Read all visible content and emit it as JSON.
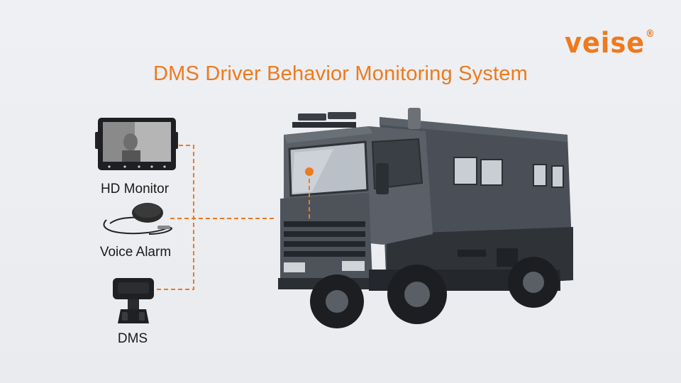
{
  "brand": {
    "name": "veise",
    "mark": "®",
    "accent": "#ee7a1c"
  },
  "title": "DMS Driver Behavior Monitoring System",
  "components": [
    {
      "label": "HD Monitor",
      "icon": "monitor-icon"
    },
    {
      "label": "Voice Alarm",
      "icon": "speaker-icon"
    },
    {
      "label": "DMS",
      "icon": "camera-icon"
    }
  ],
  "vehicle": {
    "icon": "truck-icon"
  }
}
